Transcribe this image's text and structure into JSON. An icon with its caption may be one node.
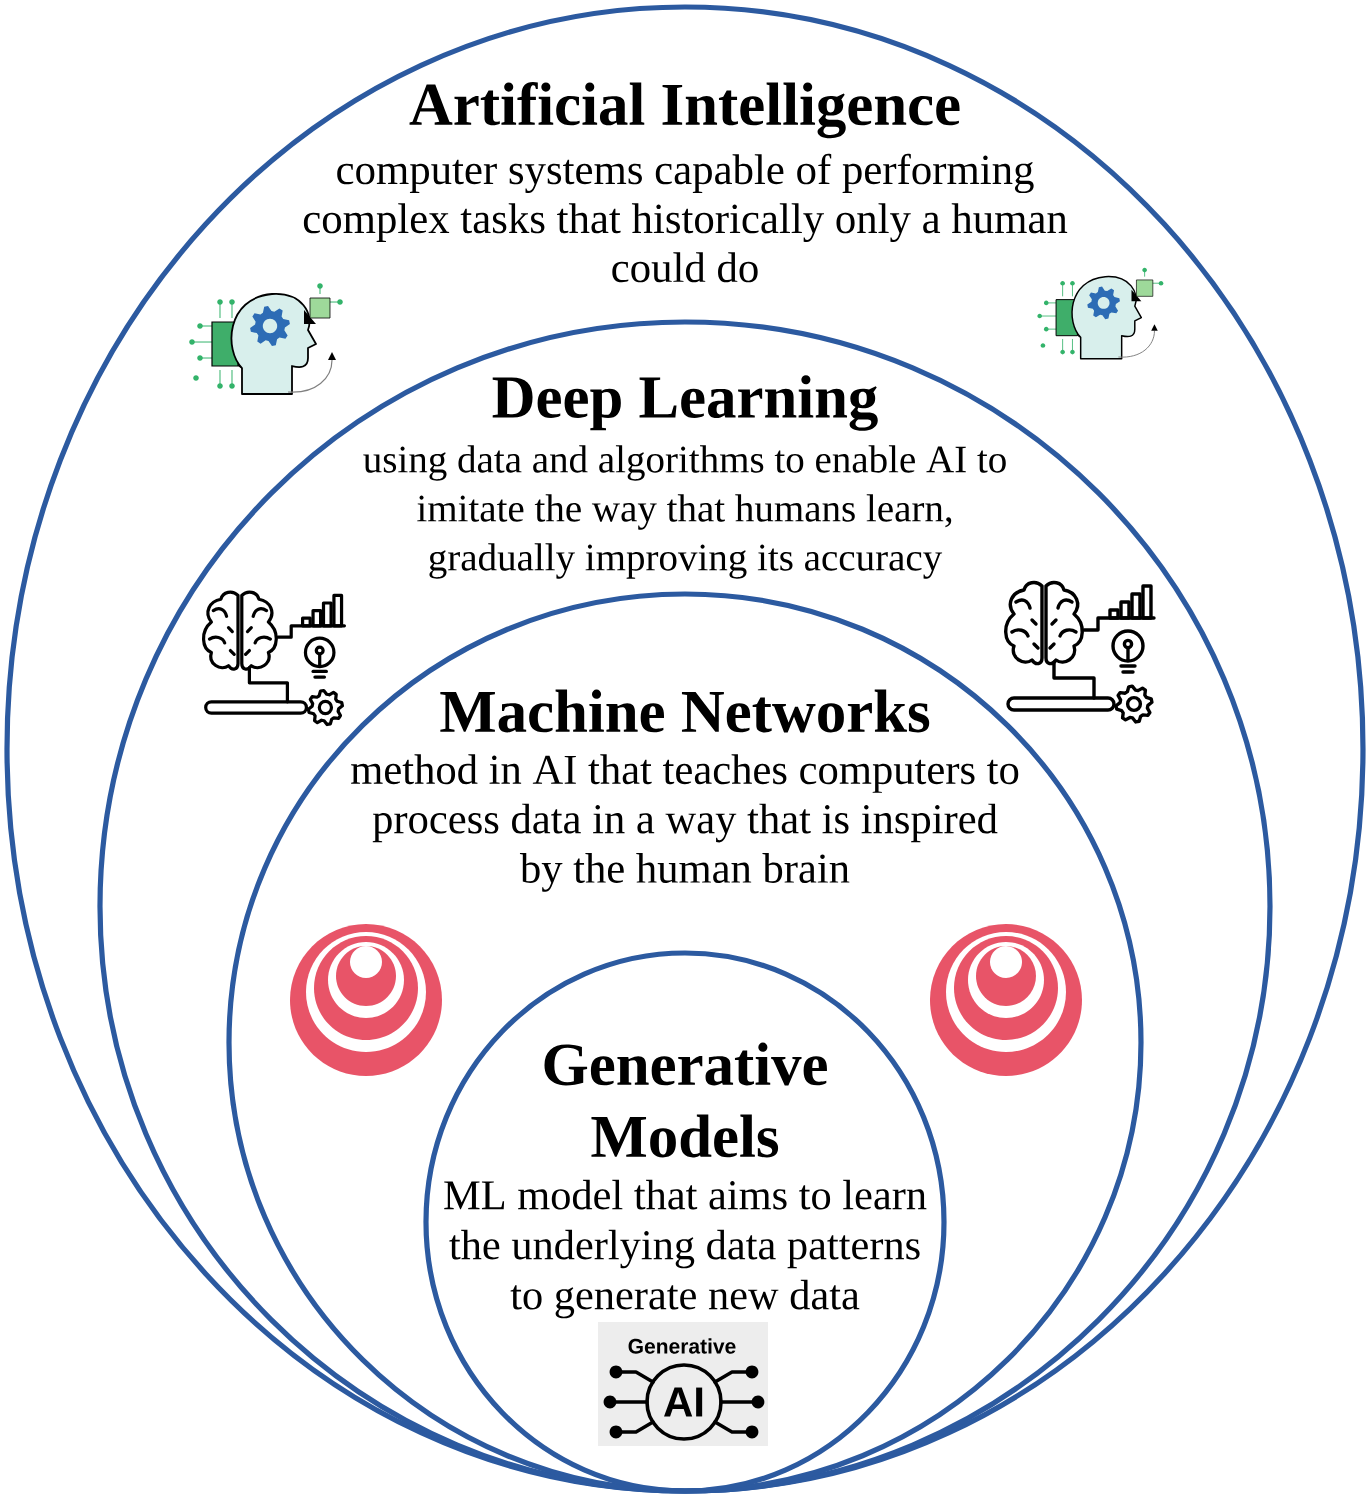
{
  "diagram": {
    "nodes": [
      {
        "text": [
          "Artificial Intelligence",
          "computer systems capable of performing complex tasks that historically only a human could do"
        ]
      },
      {
        "text": [
          "Deep Learning",
          "using data and algorithms to enable AI to imitate the way that humans learn, gradually improving its accuracy"
        ],
        "in": 0
      },
      {
        "text": [
          "Machine Networks",
          "method in AI that teaches computers to process data in a way that is inspired by the human brain"
        ],
        "in": 1
      },
      {
        "text": [
          "Generative Models",
          "ML model that aims to learn the underlying data patterns to generate new data"
        ],
        "in": 2
      }
    ],
    "labels": [
      "Generative",
      "AI"
    ]
  }
}
